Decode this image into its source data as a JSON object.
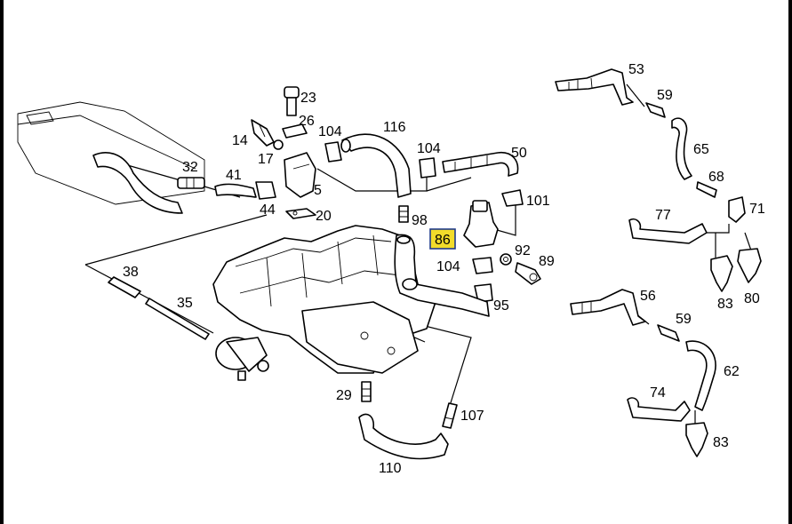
{
  "diagram": {
    "highlight_color": "#f2dc2a",
    "highlight_border": "#1f3a8a",
    "highlighted_part": "86",
    "parts": [
      {
        "id": "p23",
        "label": "23"
      },
      {
        "id": "p26",
        "label": "26"
      },
      {
        "id": "p116",
        "label": "116"
      },
      {
        "id": "p104a",
        "label": "104"
      },
      {
        "id": "p14",
        "label": "14"
      },
      {
        "id": "p17",
        "label": "17"
      },
      {
        "id": "p104b",
        "label": "104"
      },
      {
        "id": "p50",
        "label": "50"
      },
      {
        "id": "p32",
        "label": "32"
      },
      {
        "id": "p41",
        "label": "41"
      },
      {
        "id": "p5",
        "label": "5"
      },
      {
        "id": "p44",
        "label": "44"
      },
      {
        "id": "p20",
        "label": "20"
      },
      {
        "id": "p101",
        "label": "101"
      },
      {
        "id": "p98",
        "label": "98"
      },
      {
        "id": "p86",
        "label": "86"
      },
      {
        "id": "p92",
        "label": "92"
      },
      {
        "id": "p89",
        "label": "89"
      },
      {
        "id": "p104c",
        "label": "104"
      },
      {
        "id": "p95",
        "label": "95"
      },
      {
        "id": "p38",
        "label": "38"
      },
      {
        "id": "p35",
        "label": "35"
      },
      {
        "id": "p29",
        "label": "29"
      },
      {
        "id": "p107",
        "label": "107"
      },
      {
        "id": "p110",
        "label": "110"
      },
      {
        "id": "p53",
        "label": "53"
      },
      {
        "id": "p59a",
        "label": "59"
      },
      {
        "id": "p65",
        "label": "65"
      },
      {
        "id": "p68",
        "label": "68"
      },
      {
        "id": "p71",
        "label": "71"
      },
      {
        "id": "p77",
        "label": "77"
      },
      {
        "id": "p83a",
        "label": "83"
      },
      {
        "id": "p80",
        "label": "80"
      },
      {
        "id": "p56",
        "label": "56"
      },
      {
        "id": "p59b",
        "label": "59"
      },
      {
        "id": "p62",
        "label": "62"
      },
      {
        "id": "p74",
        "label": "74"
      },
      {
        "id": "p83b",
        "label": "83"
      }
    ]
  }
}
